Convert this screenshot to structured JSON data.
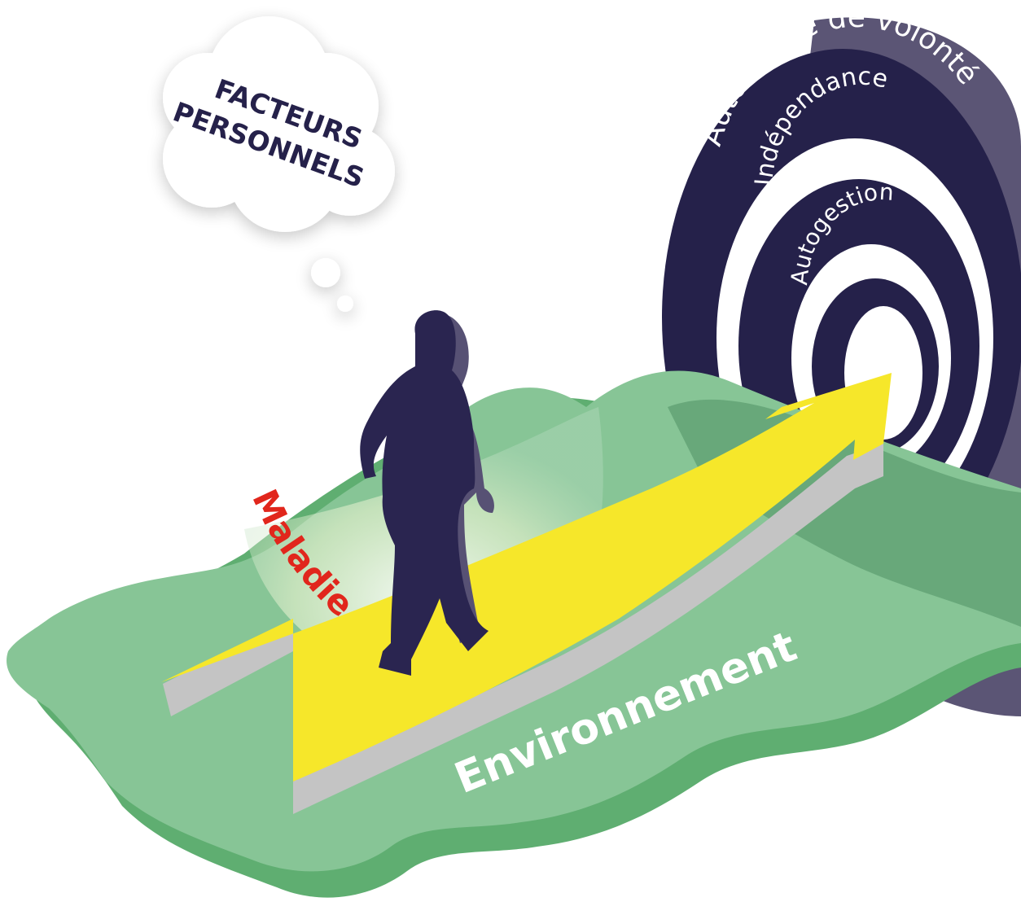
{
  "thought_bubble": {
    "line1": "FACTEURS",
    "line2": "PERSONNELS"
  },
  "target": {
    "outer_ring": "Autonomie de volonté",
    "middle_ring": "Indépendance",
    "inner_ring": "Autogestion"
  },
  "illness_label": "Maladie",
  "ground_label": "Environnement",
  "colors": {
    "ground_light": "#87c596",
    "ground_dark": "#5fae71",
    "target_dark": "#25214a",
    "target_side": "#5b5575",
    "arrow_yellow": "#f6e72a",
    "arrow_side": "#c3c3c3",
    "illness_red": "#e1261c",
    "silhouette": "#2a2550"
  }
}
